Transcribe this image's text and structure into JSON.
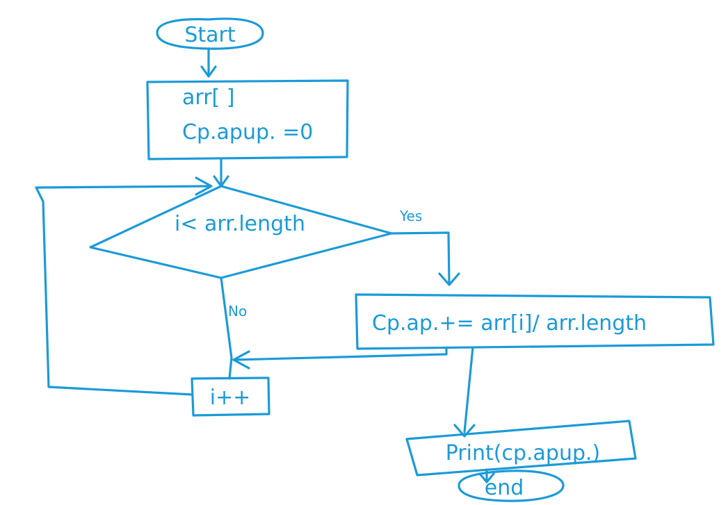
{
  "nodes": {
    "start": "Start",
    "init_line1": "arr[ ]",
    "init_line2": "Cp.apup. =0",
    "condition": "i< arr.length",
    "process": "Cp.ap.+= arr[i]/ arr.length",
    "increment": "i++",
    "print": "Print(cp.apup.)",
    "end": "end"
  },
  "edges": {
    "yes": "Yes",
    "no": "No"
  },
  "colors": {
    "ink": "#1b9ad8"
  }
}
